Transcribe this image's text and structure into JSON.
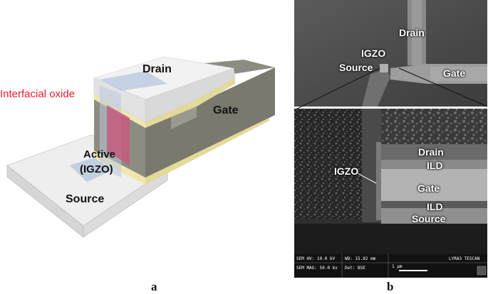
{
  "panel_a": {
    "letter": "a",
    "labels": {
      "drain": "Drain",
      "gate": "Gate",
      "interfacial_oxide": "Interfacial oxide",
      "active_line1": "Active",
      "active_line2": "(IGZO)",
      "source": "Source"
    },
    "colors": {
      "gate_metal": "#8d8c80",
      "yellow_ild": "#efe7ae",
      "white_layers": "#ececec",
      "igzo_blue": "#b9c9de",
      "interfacial_oxide": "#c45a7e",
      "label_red": "#e8202a"
    }
  },
  "panel_b": {
    "letter": "b",
    "top_labels": {
      "drain": "Drain",
      "igzo": "IGZO",
      "source": "Source",
      "gate": "Gate"
    },
    "bottom_labels": {
      "drain": "Drain",
      "ild_top": "ILD",
      "igzo": "IGZO",
      "gate": "Gate",
      "ild_bottom": "ILD",
      "source": "Source"
    },
    "info_bar": {
      "hv": "SEM HV: 10.0 kV",
      "wd": "WD: 15.02 mm",
      "mag": "SEM MAG: 50.0 kx",
      "det": "Det: BSE",
      "scale": "1 μm",
      "instrument": "LYRA3 TESCAN"
    }
  }
}
